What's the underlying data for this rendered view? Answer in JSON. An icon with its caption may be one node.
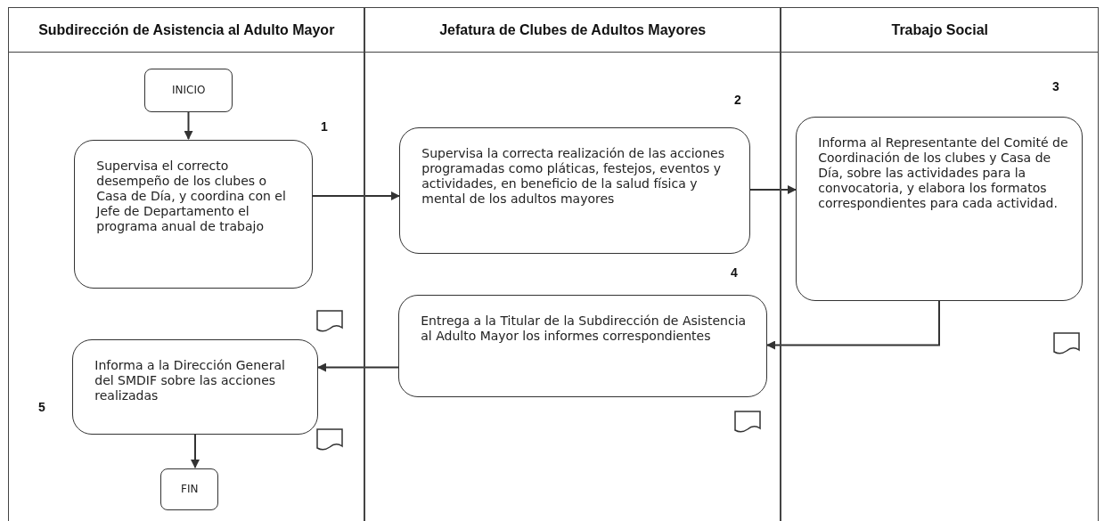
{
  "diagram": {
    "nodes": [
      {
        "text": [
          "Subdirección de Asistencia al Adulto Mayor"
        ]
      },
      {
        "text": [
          "Jefatura de Clubes de Adultos Mayores"
        ]
      },
      {
        "text": [
          "Trabajo Social"
        ]
      },
      {
        "text": [
          "INICIO"
        ],
        "in": 0
      },
      {
        "text": [
          "Supervisa el correcto desempeño de los clubes o Casa de Día, y coordina con el Jefe de Departamento el programa anual de trabajo"
        ],
        "in": 0
      },
      {
        "text": [
          "Supervisa la correcta realización de las acciones programadas como pláticas, festejos, eventos y actividades, en beneficio de la salud física y mental de los adultos mayores"
        ],
        "in": 1
      },
      {
        "text": [
          "Informa al Representante del Comité de Coordinación de los clubes y Casa de Día, sobre las actividades para la convocatoria, y elabora los formatos correspondientes para cada actividad."
        ],
        "in": 2
      },
      {
        "text": [
          "Entrega a la Titular de la Subdirección de Asistencia al Adulto Mayor los informes correspondientes"
        ],
        "in": 1
      },
      {
        "text": [
          "Informa a la Dirección General del SMDIF sobre las acciones realizadas"
        ],
        "in": 0
      },
      {
        "text": [
          "FIN"
        ],
        "in": 0
      }
    ],
    "edges": [
      {
        "from": 3,
        "to": 4,
        "arrow": "to"
      },
      {
        "from": 4,
        "to": 5,
        "arrow": "to"
      },
      {
        "from": 5,
        "to": 6,
        "arrow": "to"
      },
      {
        "from": 6,
        "to": 7,
        "arrow": "to"
      },
      {
        "from": 7,
        "to": 8,
        "arrow": "to"
      },
      {
        "from": 8,
        "to": 9,
        "arrow": "to"
      }
    ],
    "labels": [
      "1",
      "2",
      "3",
      "4",
      "5"
    ]
  }
}
